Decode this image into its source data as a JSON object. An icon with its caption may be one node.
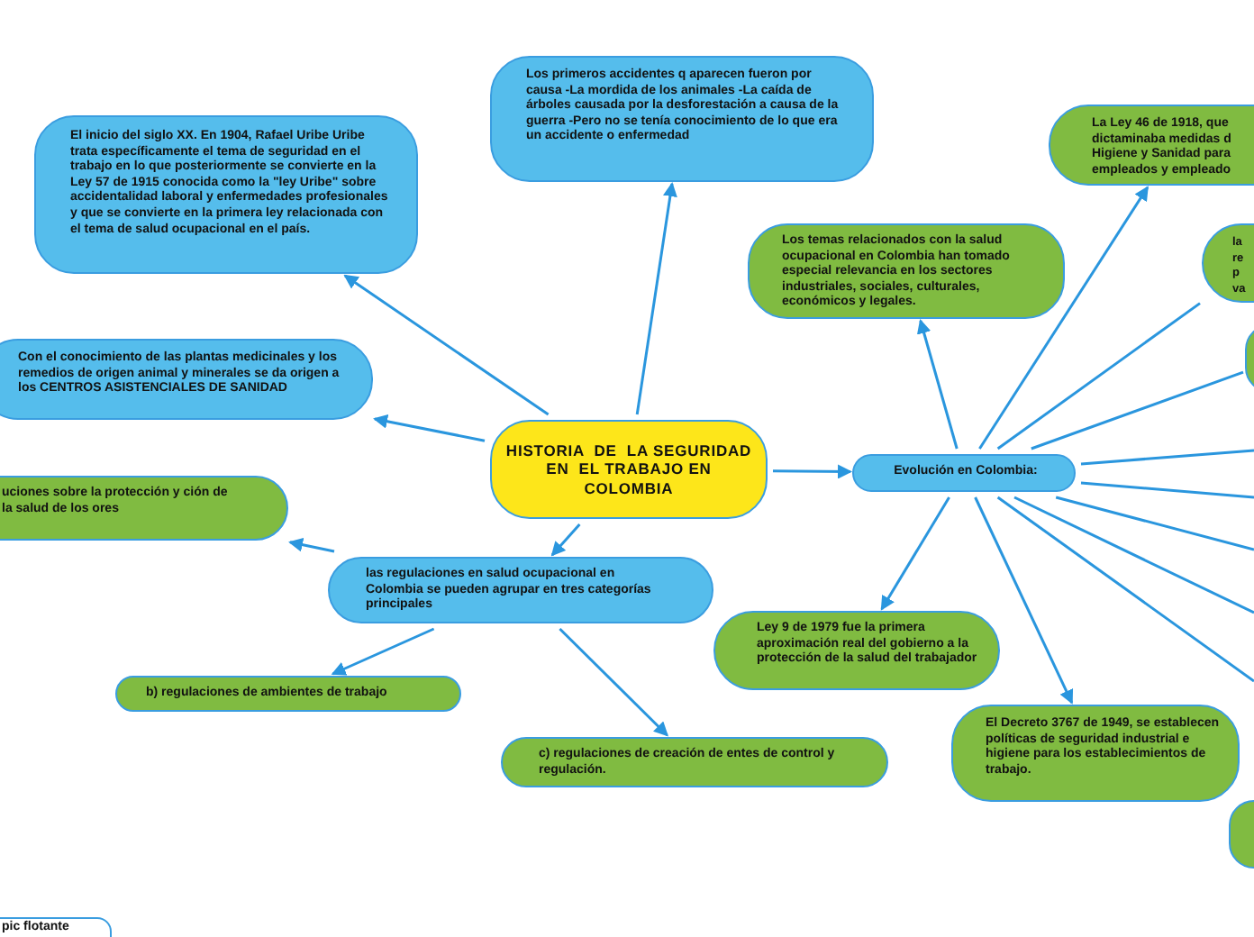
{
  "diagram": {
    "nodes": [
      {
        "text": [
          "HISTORIA  DE  LA SEGURIDAD  EN  EL TRABAJO EN COLOMBIA"
        ]
      },
      {
        "text": [
          "El inicio del siglo XX. En 1904, Rafael Uribe Uribe trata específicamente el tema de seguridad en el trabajo en lo que posteriormente se convierte en la Ley 57 de 1915 conocida como la \"ley Uribe\" sobre accidentalidad laboral y enfermedades profesionales y que se convierte en la primera ley relacionada con el tema de salud ocupacional en el país."
        ]
      },
      {
        "text": [
          "Los primeros accidentes q aparecen fueron por causa -La mordida de los animales -La caída de árboles causada por la desforestación a causa de la guerra -Pero no se tenía conocimiento de lo que era un accidente o enfermedad"
        ]
      },
      {
        "text": [
          "Con el conocimiento de las plantas medicinales y los remedios de origen animal y minerales se   da  origen a los CENTROS ASISTENCIALES DE SANIDAD"
        ]
      },
      {
        "text": [
          "uciones sobre la protección y ción de la salud de los ores"
        ]
      },
      {
        "text": [
          "las regulaciones en salud ocupacional en Colombia se pueden agrupar en tres categorías principales"
        ]
      },
      {
        "text": [
          "b) regulaciones de ambientes de trabajo"
        ]
      },
      {
        "text": [
          "c) regulaciones de creación de entes de control y regulación."
        ]
      },
      {
        "text": [
          "Evolución en Colombia:"
        ]
      },
      {
        "text": [
          "Los temas relacionados con la salud ocupacional en Colombia han tomado especial relevancia en los sectores industriales, sociales, culturales, económicos y legales."
        ]
      },
      {
        "text": [
          "La Ley 46 de 1918, que dictaminaba medidas d Higiene y Sanidad para empleados y empleado"
        ]
      },
      {
        "text": [
          "la re p va"
        ]
      },
      {
        "text": [],
        "shape": "box"
      },
      {
        "text": [
          "Ley 9 de 1979 fue la primera aproximación real del gobierno a la protección de la salud del trabajador"
        ]
      },
      {
        "text": [
          "El Decreto 3767 de 1949, se establecen políticas de seguridad industrial e higiene para los establecimientos de trabajo."
        ]
      },
      {
        "text": [],
        "shape": "box"
      },
      {
        "text": [
          "pic flotante"
        ]
      }
    ],
    "edges": [
      {
        "from": 0,
        "to": 1,
        "arrow": "to"
      },
      {
        "from": 0,
        "to": 2,
        "arrow": "to"
      },
      {
        "from": 0,
        "to": 3,
        "arrow": "to"
      },
      {
        "from": 0,
        "to": 5,
        "arrow": "to"
      },
      {
        "from": 0,
        "to": 8,
        "arrow": "to"
      },
      {
        "from": 5,
        "to": 4,
        "arrow": "to"
      },
      {
        "from": 5,
        "to": 6,
        "arrow": "to"
      },
      {
        "from": 5,
        "to": 7,
        "arrow": "to"
      },
      {
        "from": 8,
        "to": 9,
        "arrow": "to"
      },
      {
        "from": 8,
        "to": 10,
        "arrow": "to"
      },
      {
        "from": 8,
        "to": 11,
        "arrow": "none"
      },
      {
        "from": 8,
        "to": 12,
        "arrow": "none"
      },
      {
        "from": 8,
        "to": null,
        "arrow": "none"
      },
      {
        "from": 8,
        "to": null,
        "arrow": "none"
      },
      {
        "from": 8,
        "to": null,
        "arrow": "none"
      },
      {
        "from": 8,
        "to": null,
        "arrow": "none"
      },
      {
        "from": 8,
        "to": null,
        "arrow": "none"
      },
      {
        "from": 8,
        "to": 13,
        "arrow": "to"
      },
      {
        "from": 8,
        "to": 14,
        "arrow": "to"
      }
    ]
  }
}
